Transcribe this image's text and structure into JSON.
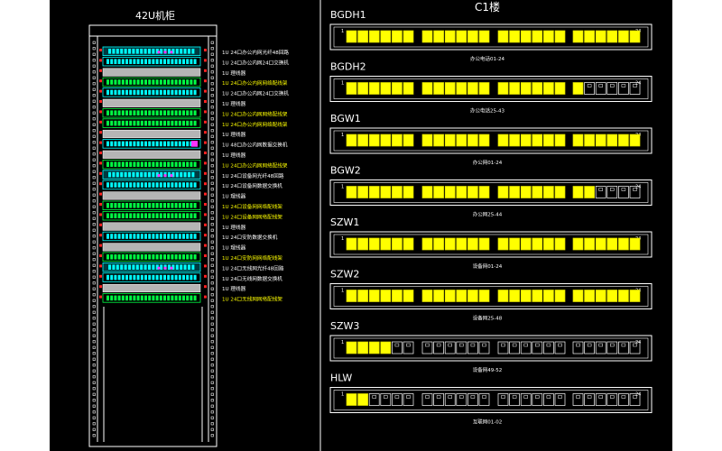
{
  "colors": {
    "background": "#000000",
    "line": "#ffffff",
    "port_used": "#ffff00",
    "green_panel": "#00ff44",
    "cyan_panel": "#00ffff",
    "gray_panel": "#b5b5b5",
    "magenta_port": "#ff33ff",
    "red_mark": "#ff2222"
  },
  "cabinet": {
    "title": "42U机柜",
    "devices": [
      {
        "kind": "fiber",
        "label": "1U 24口办公内网光纤48回路",
        "highlight": false
      },
      {
        "kind": "cyan",
        "label": "1U 24口办公内网24口交换机",
        "highlight": false
      },
      {
        "kind": "gray",
        "label": "1U 理线器",
        "highlight": false
      },
      {
        "kind": "green",
        "label": "1U 24口办公内网网络配线架",
        "highlight": true
      },
      {
        "kind": "cyan",
        "label": "1U 24口办公内网24口交换机",
        "highlight": false
      },
      {
        "kind": "gray",
        "label": "1U 理线器",
        "highlight": false
      },
      {
        "kind": "green",
        "label": "1U 24口办公内网网络配线架",
        "highlight": true
      },
      {
        "kind": "green",
        "label": "1U 24口办公内网网络配线架",
        "highlight": true
      },
      {
        "kind": "gray",
        "label": "1U 理线器",
        "highlight": false
      },
      {
        "kind": "magenta",
        "label": "1U 48口办公内网数据交换机",
        "highlight": false
      },
      {
        "kind": "gray",
        "label": "1U 理线器",
        "highlight": false
      },
      {
        "kind": "green",
        "label": "1U 24口办公内网网络配线架",
        "highlight": true
      },
      {
        "kind": "fiber",
        "label": "1U 24口设备网光纤48回路",
        "highlight": false
      },
      {
        "kind": "cyan",
        "label": "1U 24口设备网数据交换机",
        "highlight": false
      },
      {
        "kind": "gray",
        "label": "1U 理线器",
        "highlight": false
      },
      {
        "kind": "green",
        "label": "1U 24口设备网网络配线架",
        "highlight": true
      },
      {
        "kind": "green",
        "label": "1U 24口设备网网络配线架",
        "highlight": true
      },
      {
        "kind": "gray",
        "label": "1U 理线器",
        "highlight": false
      },
      {
        "kind": "cyan",
        "label": "1U 24口安防数据交换机",
        "highlight": false
      },
      {
        "kind": "gray",
        "label": "1U 理线器",
        "highlight": false
      },
      {
        "kind": "green",
        "label": "1U 24口安防网网络配线架",
        "highlight": true
      },
      {
        "kind": "fiber",
        "label": "1U 24口无线网光纤48回路",
        "highlight": false
      },
      {
        "kind": "cyan",
        "label": "1U 24口无线网数据交换机",
        "highlight": false
      },
      {
        "kind": "gray",
        "label": "1U 理线器",
        "highlight": false
      },
      {
        "kind": "green",
        "label": "1U 24口无线网网络配线架",
        "highlight": true
      }
    ]
  },
  "panels": {
    "title": "C1楼",
    "port_start_label": "1",
    "port_end_label": "24",
    "items": [
      {
        "name": "BGDH1",
        "used": 24,
        "caption": "办公电话01-24"
      },
      {
        "name": "BGDH2",
        "used": 19,
        "caption": "办公电话25-43"
      },
      {
        "name": "BGW1",
        "used": 24,
        "caption": "办公网01-24"
      },
      {
        "name": "BGW2",
        "used": 20,
        "caption": "办公网25-44"
      },
      {
        "name": "SZW1",
        "used": 24,
        "caption": "设备网01-24"
      },
      {
        "name": "SZW2",
        "used": 24,
        "caption": "设备网25-48"
      },
      {
        "name": "SZW3",
        "used": 4,
        "caption": "设备网49-52"
      },
      {
        "name": "HLW",
        "used": 2,
        "caption": "互联网01-02"
      }
    ]
  }
}
